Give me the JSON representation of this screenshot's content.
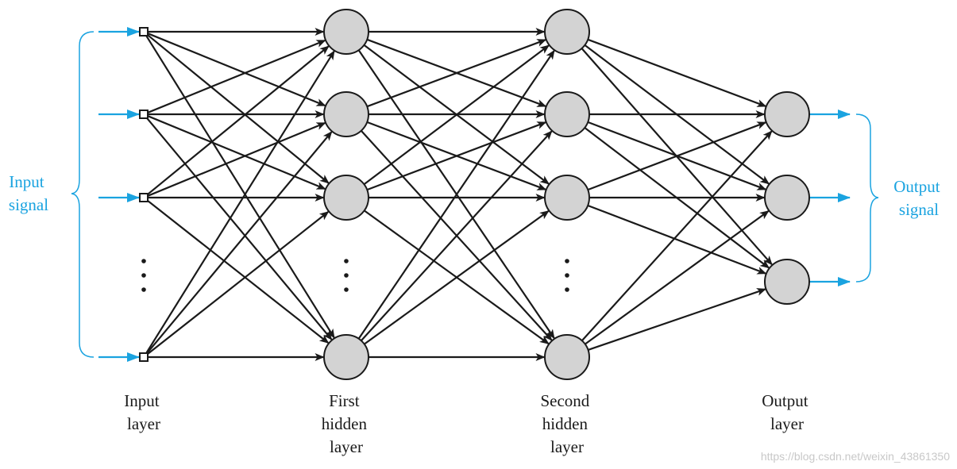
{
  "diagram": {
    "colors": {
      "signal": "#1aa3e0",
      "edge": "#1a1a1a",
      "node_fill": "#d3d3d3",
      "node_stroke": "#1a1a1a",
      "text": "#1a1a1a",
      "watermark": "#c8c8c8"
    },
    "input_signal": {
      "line1": "Input",
      "line2": "signal"
    },
    "output_signal": {
      "line1": "Output",
      "line2": "signal"
    },
    "layers": [
      {
        "id": "input",
        "lines": [
          "Input",
          "layer"
        ],
        "visible_nodes": 4,
        "has_ellipsis": true,
        "node_shape": "square"
      },
      {
        "id": "hidden1",
        "lines": [
          "First",
          "hidden",
          "layer"
        ],
        "visible_nodes": 4,
        "has_ellipsis": true,
        "node_shape": "circle"
      },
      {
        "id": "hidden2",
        "lines": [
          "Second",
          "hidden",
          "layer"
        ],
        "visible_nodes": 4,
        "has_ellipsis": true,
        "node_shape": "circle"
      },
      {
        "id": "output",
        "lines": [
          "Output",
          "layer"
        ],
        "visible_nodes": 3,
        "has_ellipsis": false,
        "node_shape": "circle"
      }
    ],
    "watermark": "https://blog.csdn.net/weixin_43861350"
  }
}
